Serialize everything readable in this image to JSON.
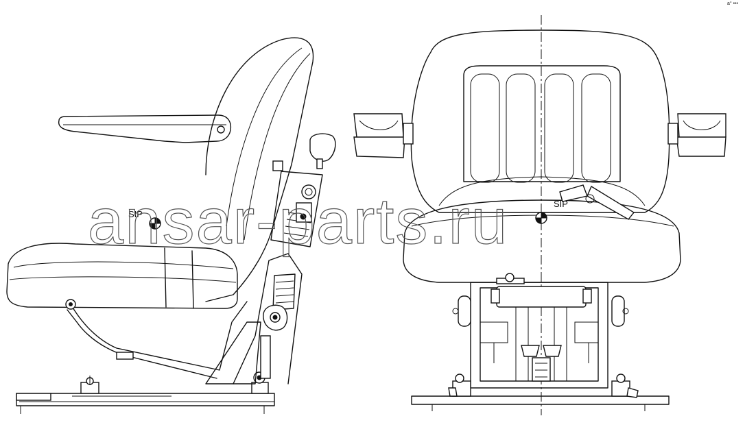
{
  "drawing": {
    "side_view": {
      "sp_label": "SIP"
    },
    "front_view": {
      "sp_label": "SIP"
    }
  },
  "watermark": "ansar-parts.ru",
  "corner_mark": "a° •••"
}
